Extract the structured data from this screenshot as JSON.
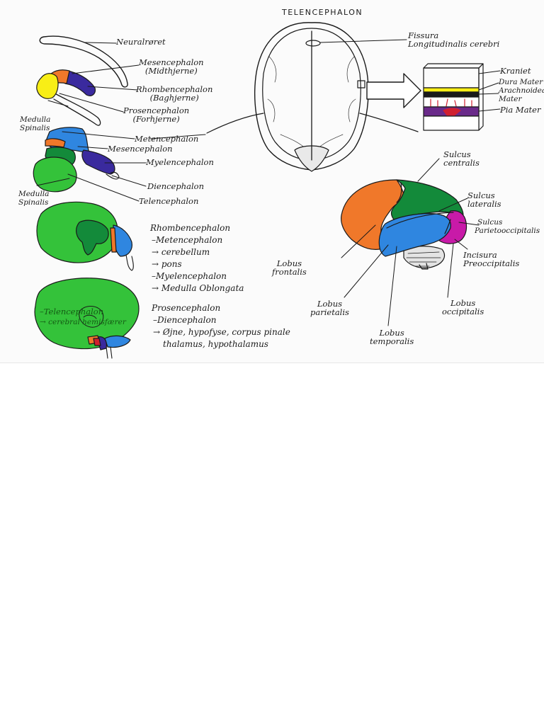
{
  "title": "TELENCEPHALON",
  "neural_tube": {
    "neuralroret": "Neuralrøret",
    "mesencephalon": "Mesencephalon",
    "mesencephalon_da": "(Midthjerne)",
    "rhombencephalon": "Rhombencephalon",
    "rhombencephalon_da": "(Baghjerne)",
    "prosencephalon": "Prosencephalon",
    "prosencephalon_da": "(Forhjerne)",
    "medulla_spinalis": "Medulla Spinalis"
  },
  "vesicles": {
    "metencephalon": "Metencephalon",
    "mesencephalon": "Mesencephalon",
    "myelencephalon": "Myelencephalon",
    "diencephalon": "Diencephalon",
    "telencephalon": "Telencephalon",
    "medulla_spinalis": "Medulla Spinalis"
  },
  "rhomb_list": {
    "heading": "Rhombencephalon",
    "items": [
      "–Metencephalon",
      "→ cerebellum",
      "→ pons",
      "–Myelencephalon",
      "→ Medulla Oblongata"
    ]
  },
  "pros_list": {
    "heading": "Prosencephalon",
    "items": [
      "–Diencephalon",
      "→ Øjne, hypofyse, corpus pinale",
      "thalamus, hypothalamus"
    ]
  },
  "lower_brain": {
    "telencephalon": "–Telencephalon",
    "cerebral": "→ cerebral hemisfærer"
  },
  "top_view": {
    "fissura": "Fissura",
    "fissura_2": "Longitudinalis cerebri",
    "kraniet": "Kraniet",
    "dura": "Dura Mater",
    "arachnoidea": "Arachnoidea",
    "arachnoidea_2": "Mater",
    "pia": "Pia Mater"
  },
  "lobes": {
    "sulcus_centralis": "Sulcus",
    "sulcus_centralis_2": "centralis",
    "sulcus_lateralis": "Sulcus",
    "sulcus_lateralis_2": "lateralis",
    "sulcus_po": "Sulcus",
    "sulcus_po_2": "Parietooccipitalis",
    "incisura": "Incisura",
    "incisura_2": "Preoccipitalis",
    "frontalis": "Lobus",
    "frontalis_2": "frontalis",
    "parietalis": "Lobus",
    "parietalis_2": "parietalis",
    "temporalis": "Lobus",
    "temporalis_2": "temporalis",
    "occipitalis": "Lobus",
    "occipitalis_2": "occipitalis"
  },
  "colors": {
    "green": "#34c23a",
    "dark_green": "#138a3a",
    "blue": "#2f86e0",
    "navy": "#3a2a9e",
    "orange": "#f0782a",
    "yellow": "#f8ee16",
    "magenta": "#c81aa8",
    "red": "#d02030",
    "purple": "#6a2a8a"
  }
}
